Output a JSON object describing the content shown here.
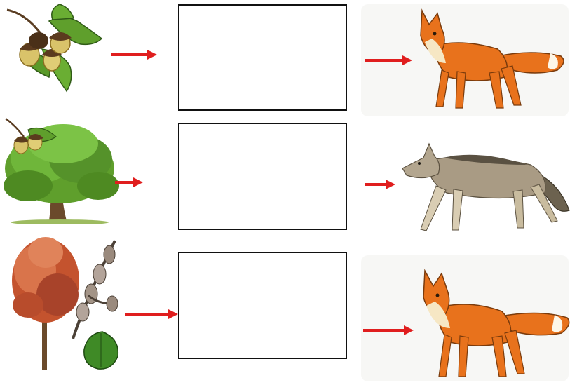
{
  "worksheet": {
    "rows": [
      {
        "source": "oak-branch-with-acorns",
        "answer_box": "",
        "animal": "fox"
      },
      {
        "source": "oak-tree-with-acorns",
        "answer_box": "",
        "animal": "wolf"
      },
      {
        "source": "aspen-tree-with-catkins",
        "answer_box": "",
        "animal": "fox"
      }
    ]
  },
  "colors": {
    "arrow": "#e01e1e",
    "box_border": "#111111",
    "fox_orange": "#e8721c",
    "fox_cream": "#f6e7c4",
    "wolf_gray": "#a99b84",
    "leaf_green": "#5f9f2c",
    "acorn_tan": "#d9c36a",
    "autumn_red": "#c4532e",
    "trunk_brown": "#6b4a2b"
  }
}
